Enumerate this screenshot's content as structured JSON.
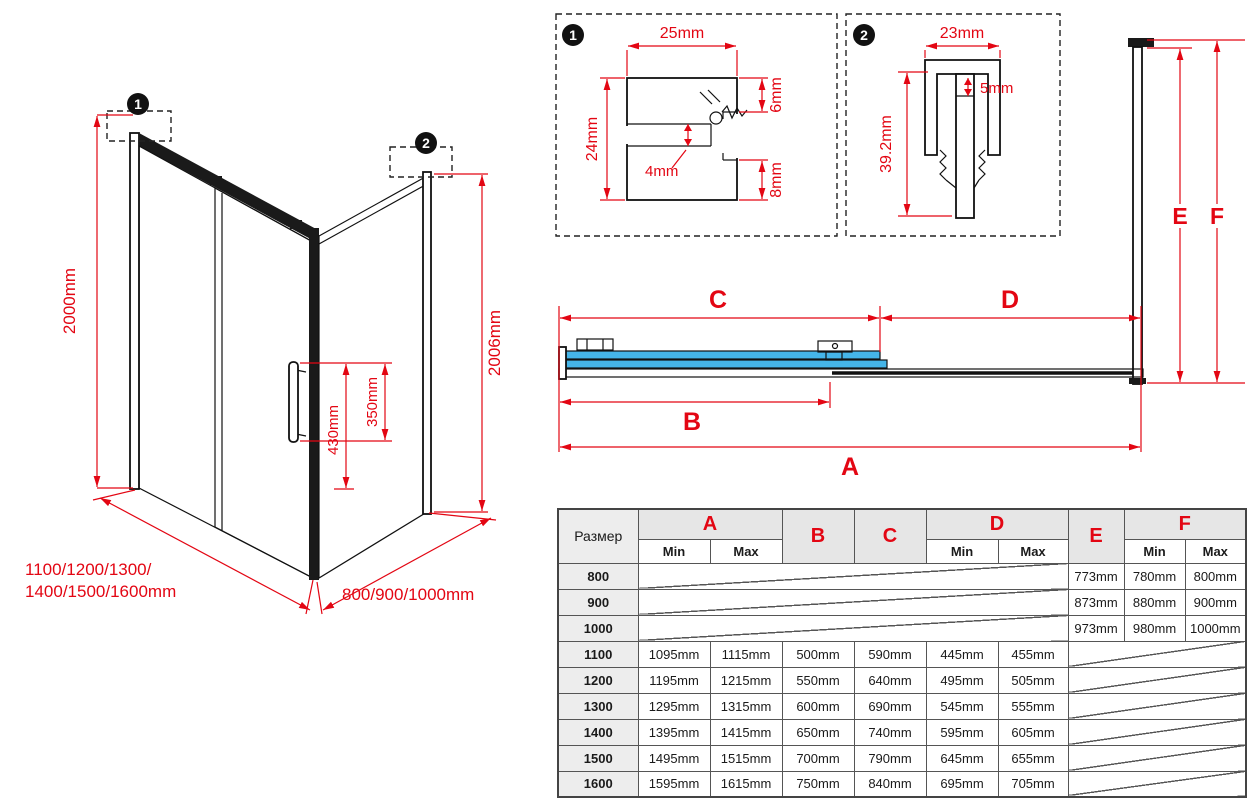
{
  "colors": {
    "accent_red": "#e30613",
    "line_black": "#1a1a1a",
    "glass_blue": "#45b5e8",
    "table_header_bg": "#e6e6e6"
  },
  "iso": {
    "callout1": "1",
    "callout2": "2",
    "height_left": "2000mm",
    "height_right": "2006mm",
    "handle_height": "430mm",
    "handle_length": "350mm",
    "width_options_line1": "1100/1200/1300/",
    "width_options_line2": "1400/1500/1600mm",
    "depth_options": "800/900/1000mm"
  },
  "detail1": {
    "callout": "1",
    "width": "25mm",
    "height": "24mm",
    "slot": "4mm",
    "flange_top": "6mm",
    "flange_bottom": "8mm"
  },
  "detail2": {
    "callout": "2",
    "width": "23mm",
    "gap": "5mm",
    "height": "39.2mm"
  },
  "section": {
    "dim_a": "A",
    "dim_b": "B",
    "dim_c": "C",
    "dim_d": "D",
    "dim_e": "E",
    "dim_f": "F"
  },
  "table": {
    "size_header": "Размер",
    "min_label": "Min",
    "max_label": "Max",
    "col_a": "A",
    "col_b": "B",
    "col_c": "C",
    "col_d": "D",
    "col_e": "E",
    "col_f": "F",
    "rows": [
      {
        "size": "800",
        "e": "773mm",
        "f_min": "780mm",
        "f_max": "800mm"
      },
      {
        "size": "900",
        "e": "873mm",
        "f_min": "880mm",
        "f_max": "900mm"
      },
      {
        "size": "1000",
        "e": "973mm",
        "f_min": "980mm",
        "f_max": "1000mm"
      },
      {
        "size": "1100",
        "a_min": "1095mm",
        "a_max": "1115mm",
        "b": "500mm",
        "c": "590mm",
        "d_min": "445mm",
        "d_max": "455mm"
      },
      {
        "size": "1200",
        "a_min": "1195mm",
        "a_max": "1215mm",
        "b": "550mm",
        "c": "640mm",
        "d_min": "495mm",
        "d_max": "505mm"
      },
      {
        "size": "1300",
        "a_min": "1295mm",
        "a_max": "1315mm",
        "b": "600mm",
        "c": "690mm",
        "d_min": "545mm",
        "d_max": "555mm"
      },
      {
        "size": "1400",
        "a_min": "1395mm",
        "a_max": "1415mm",
        "b": "650mm",
        "c": "740mm",
        "d_min": "595mm",
        "d_max": "605mm"
      },
      {
        "size": "1500",
        "a_min": "1495mm",
        "a_max": "1515mm",
        "b": "700mm",
        "c": "790mm",
        "d_min": "645mm",
        "d_max": "655mm"
      },
      {
        "size": "1600",
        "a_min": "1595mm",
        "a_max": "1615mm",
        "b": "750mm",
        "c": "840mm",
        "d_min": "695mm",
        "d_max": "705mm"
      }
    ]
  }
}
